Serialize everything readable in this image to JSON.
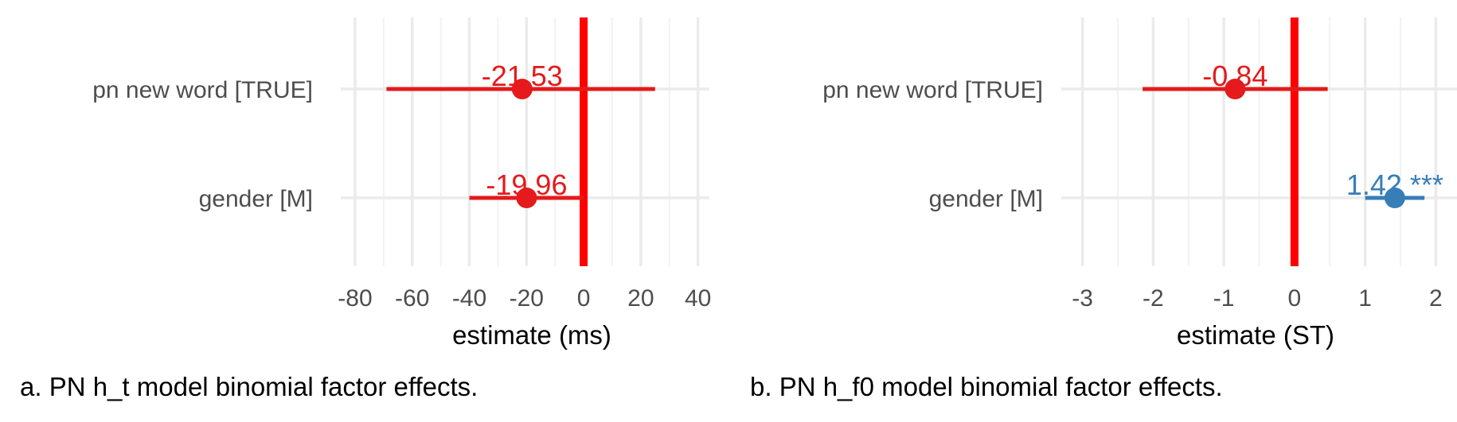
{
  "chart_data": [
    {
      "type": "forest",
      "caption": "a. PN h_t model binomial factor effects.",
      "xlabel": "estimate (ms)",
      "xlim": [
        -85,
        44
      ],
      "xticks": [
        -80,
        -60,
        -40,
        -20,
        0,
        20,
        40
      ],
      "xtick_labels": [
        "-80",
        "-60",
        "-40",
        "-20",
        "0",
        "20",
        "40"
      ],
      "reference_line": 0,
      "grid": true,
      "rows": [
        {
          "term": "pn new word [TRUE]",
          "estimate": -21.53,
          "ci_low": -69,
          "ci_high": 25,
          "label": "-21.53",
          "color": "#e41a1c"
        },
        {
          "term": "gender [M]",
          "estimate": -19.96,
          "ci_low": -40,
          "ci_high": 0,
          "label": "-19.96",
          "color": "#e41a1c"
        }
      ]
    },
    {
      "type": "forest",
      "caption": "b. PN h_f0 model binomial factor effects.",
      "xlabel": "estimate (ST)",
      "xlim": [
        -3.3,
        2.3
      ],
      "xticks": [
        -3,
        -2,
        -1,
        0,
        1,
        2
      ],
      "xtick_labels": [
        "-3",
        "-2",
        "-1",
        "0",
        "1",
        "2"
      ],
      "reference_line": 0,
      "grid": true,
      "rows": [
        {
          "term": "pn new word [TRUE]",
          "estimate": -0.84,
          "ci_low": -2.15,
          "ci_high": 0.47,
          "label": "-0.84",
          "color": "#e41a1c"
        },
        {
          "term": "gender [M]",
          "estimate": 1.42,
          "ci_low": 1.0,
          "ci_high": 1.84,
          "label": "1.42 ***",
          "color": "#377eb8"
        }
      ]
    }
  ],
  "colors": {
    "reference_line": "#ff0000",
    "grid_major": "#ebebeb",
    "grid_minor": "#f2f2f2",
    "tick_text": "#4d4d4d",
    "negative": "#e41a1c",
    "positive": "#377eb8"
  }
}
